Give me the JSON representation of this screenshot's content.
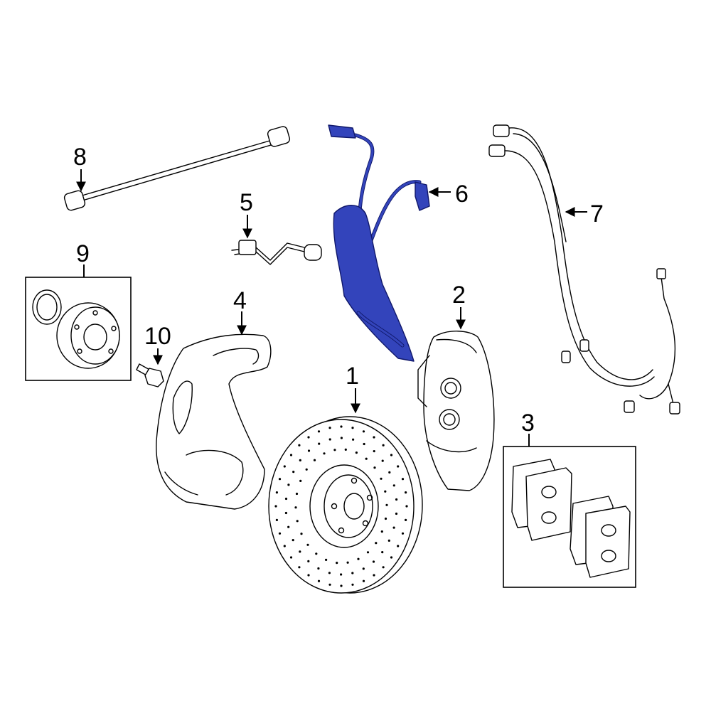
{
  "callouts": {
    "c1": "1",
    "c2": "2",
    "c3": "3",
    "c4": "4",
    "c5": "5",
    "c6": "6",
    "c7": "7",
    "c8": "8",
    "c9": "9",
    "c10": "10"
  },
  "colors": {
    "highlight": "#3344bb",
    "line": "#000000",
    "background": "#ffffff"
  }
}
